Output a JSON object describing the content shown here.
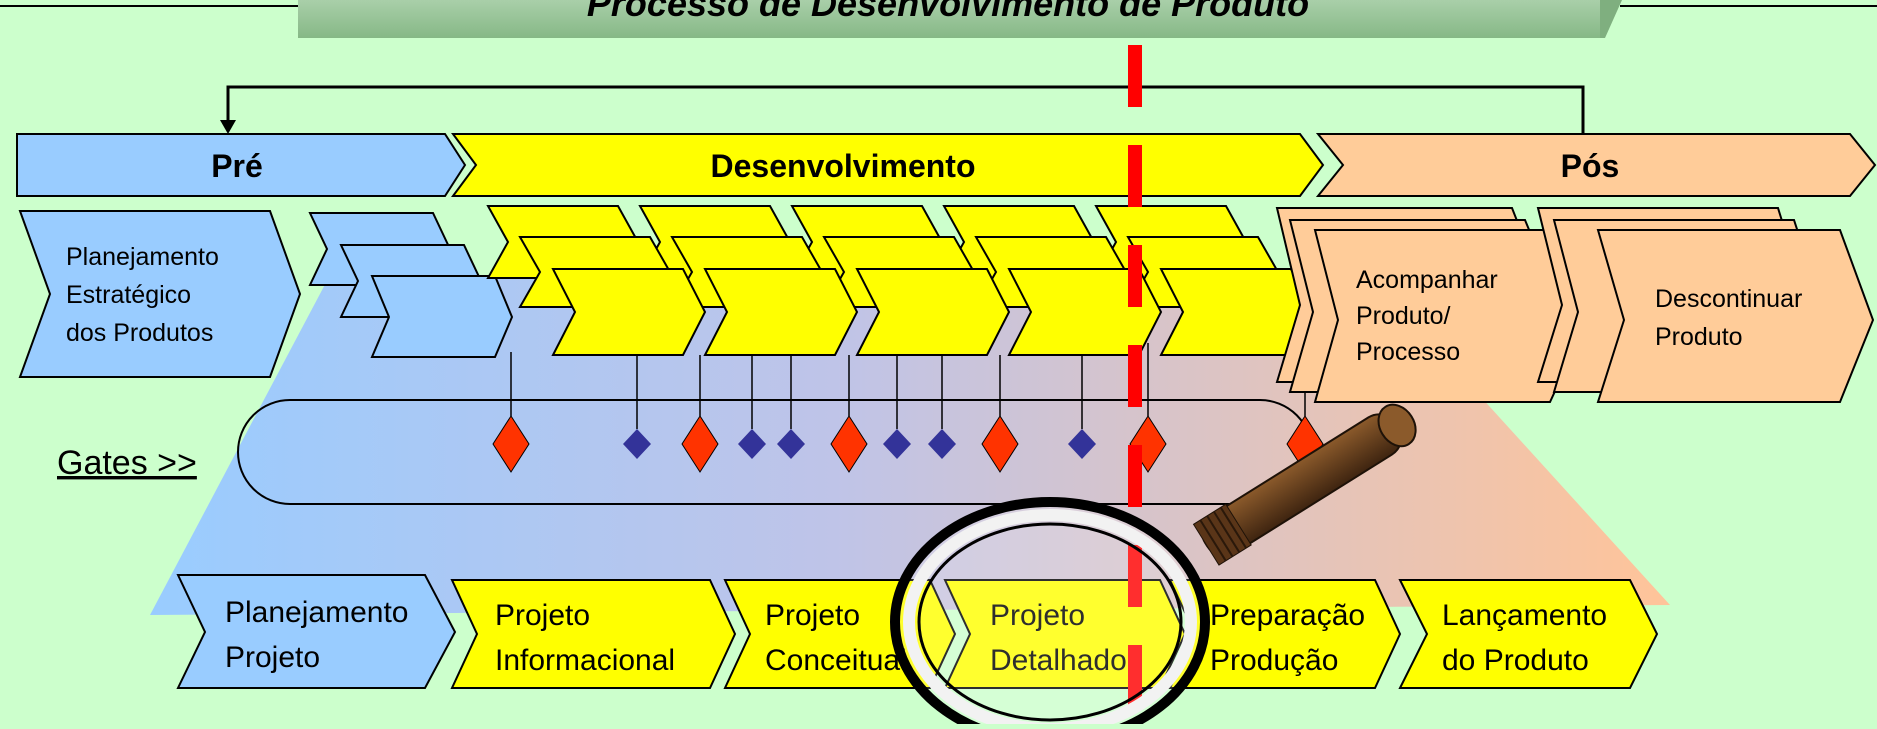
{
  "title": "Processo de Desenvolvimento de Produto",
  "phases": {
    "pre": "Pré",
    "desenvolvimento": "Desenvolvimento",
    "pos": "Pós"
  },
  "top_boxes": {
    "planejamento_estrategico": [
      "Planejamento",
      "Estratégico",
      "dos Produtos"
    ],
    "acompanhar": [
      "Acompanhar",
      "Produto/",
      "Processo"
    ],
    "descontinuar": [
      "Descontinuar",
      "Produto"
    ]
  },
  "gates_label": "Gates >>",
  "bottom_steps": [
    [
      "Planejamento",
      "Projeto"
    ],
    [
      "Projeto",
      "Informacional"
    ],
    [
      "Projeto",
      "Conceitual"
    ],
    [
      "Projeto",
      "Detalhado"
    ],
    [
      "Preparação",
      "Produção"
    ],
    [
      "Lançamento",
      "do Produto"
    ]
  ],
  "colors": {
    "background": "#CCFFCC",
    "pre": "#99CCFF",
    "desenvolvimento": "#FFFF00",
    "pos": "#FFCC99",
    "gate_major": "#FF3300",
    "gate_minor": "#333399",
    "divider": "#FF0000",
    "title_bar": "#8FBF8F"
  },
  "icons": [
    "magnifying-glass-icon"
  ]
}
